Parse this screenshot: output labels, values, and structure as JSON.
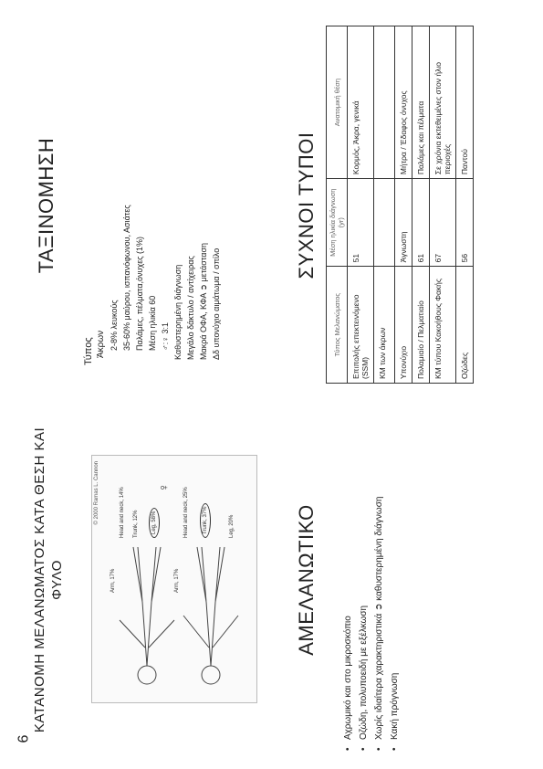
{
  "slide1": {
    "title": "ΤΑΞΙΝΟΜΗΣΗ",
    "items": [
      {
        "level": "top",
        "text": "Τύπος"
      },
      {
        "level": "dash",
        "text": "Άκρων"
      },
      {
        "level": "sub",
        "text": "2-8% λευκούς"
      },
      {
        "level": "sub",
        "text": "35-60% μαύρου, ισπανόφωνου, Ασιάτες"
      },
      {
        "level": "sub",
        "text": "Παλάμες, πέλματα,όνυχες (1%)"
      },
      {
        "level": "sub",
        "text": "Μέση ηλικία 60"
      },
      {
        "level": "sub",
        "text": "♂:♀ 3:1"
      },
      {
        "level": "plain",
        "text": "Καθυστερημένη διάγνωση"
      },
      {
        "level": "plain",
        "text": "Μεγάλο δάκτυλο / αντίχειρας"
      },
      {
        "level": "plain",
        "text": "Μακρά ΟΦΑ, ΚΦΑ ➲ μετάσταση"
      },
      {
        "level": "plain",
        "text": "Δδ υπονύχιο αιμάτωμα / σπίλο"
      }
    ]
  },
  "slide2": {
    "title": "ΣΥΧΝΟΙ ΤΥΠΟΙ",
    "headers": [
      "Τύπος Μελανώματος",
      "Μέση ηλικία διάγνωση (yr)",
      "Ανατομική θέση"
    ],
    "rows": [
      [
        "Επιπολής επεκτεινόμενο (SSM)",
        "51",
        "Κορμός, Άκρα, γενικά"
      ],
      [
        "ΚΜ των άκρων",
        "",
        ""
      ],
      [
        "Υπονύχιο",
        "Άγνωστη",
        "Μήτρα / Έδαφος όνυχος"
      ],
      [
        "Πολαμιαίο / Πελματιαίο",
        "61",
        "Παλάμες και πέλματα"
      ],
      [
        "ΚΜ τύπου Κακοήθους Φακής",
        "67",
        "Σε χρόνια εκτεθειμένες στον ήλιο περιοχές"
      ],
      [
        "Οζώδες",
        "56",
        "Παντού"
      ]
    ]
  },
  "slide3": {
    "title": "ΚΑΤΑΝΟΜΗ ΜΕΛΑΝΩΜΑΤΟΣ ΚΑΤΑ ΘΕΣΗ ΚΑΙ ΦΥΛΟ",
    "figure_credit": "© 2000 Ramas L. Cannon",
    "figure_labels": [
      {
        "text": "Head and neck, 14%"
      },
      {
        "text": "Trunk, 12%"
      },
      {
        "text": "Arm, 17%"
      },
      {
        "text": "Leg, 58%"
      },
      {
        "text": "Head and neck, 25%"
      },
      {
        "text": "Trunk, 37%"
      },
      {
        "text": "Arm, 17%"
      },
      {
        "text": "Leg, 20%"
      }
    ],
    "female_symbol": "♀"
  },
  "slide4": {
    "title": "ΑΜΕΛΑΝΩΤΙΚΟ",
    "bullets": [
      "Αχρωμικό και στο μικροσκόπιο",
      "Οζώδη, πολυποειδή με εξέλκωση",
      "Χωρίς ιδιαίτερα χαρακτηριστικά ➲ καθυστερημένη διάγνωση",
      "Κακή πρόγνωση"
    ]
  },
  "page_number": "6"
}
